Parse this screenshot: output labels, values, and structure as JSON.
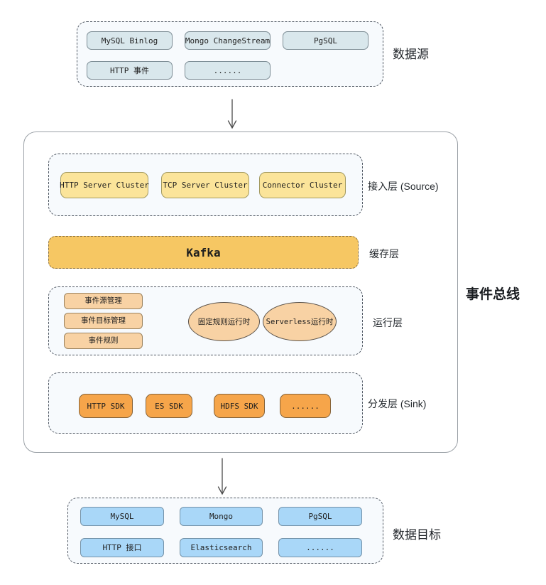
{
  "source_group": {
    "label": "数据源",
    "items": [
      "MySQL Binlog",
      "Mongo ChangeStream",
      "PgSQL",
      "HTTP 事件",
      "......"
    ]
  },
  "event_bus": {
    "label": "事件总线",
    "access_layer": {
      "label": "接入层 (Source)",
      "items": [
        "HTTP Server Cluster",
        "TCP Server Cluster",
        "Connector Cluster"
      ]
    },
    "cache_layer": {
      "label": "缓存层",
      "node": "Kafka"
    },
    "runtime_layer": {
      "label": "运行层",
      "management_items": [
        "事件源管理",
        "事件目标管理",
        "事件规则"
      ],
      "runtime_nodes": [
        "固定规则运行时",
        "Serverless运行时"
      ]
    },
    "sink_layer": {
      "label": "分发层 (Sink)",
      "items": [
        "HTTP SDK",
        "ES SDK",
        "HDFS SDK",
        "......"
      ]
    }
  },
  "target_group": {
    "label": "数据目标",
    "items": [
      "MySQL",
      "Mongo",
      "PgSQL",
      "HTTP 接口",
      "Elasticsearch",
      "......"
    ]
  },
  "colors": {
    "source_node_fill": "#d9e7ec",
    "access_node_fill": "#fbe49a",
    "kafka_fill": "#f6c763",
    "runtime_node_fill": "#f8d2a4",
    "sink_node_fill": "#f6a54a",
    "target_node_fill": "#a9d7f8",
    "group_fill": "#f7fafd",
    "bus_border": "#9aa0a6",
    "dashed_border": "#4d5560"
  }
}
